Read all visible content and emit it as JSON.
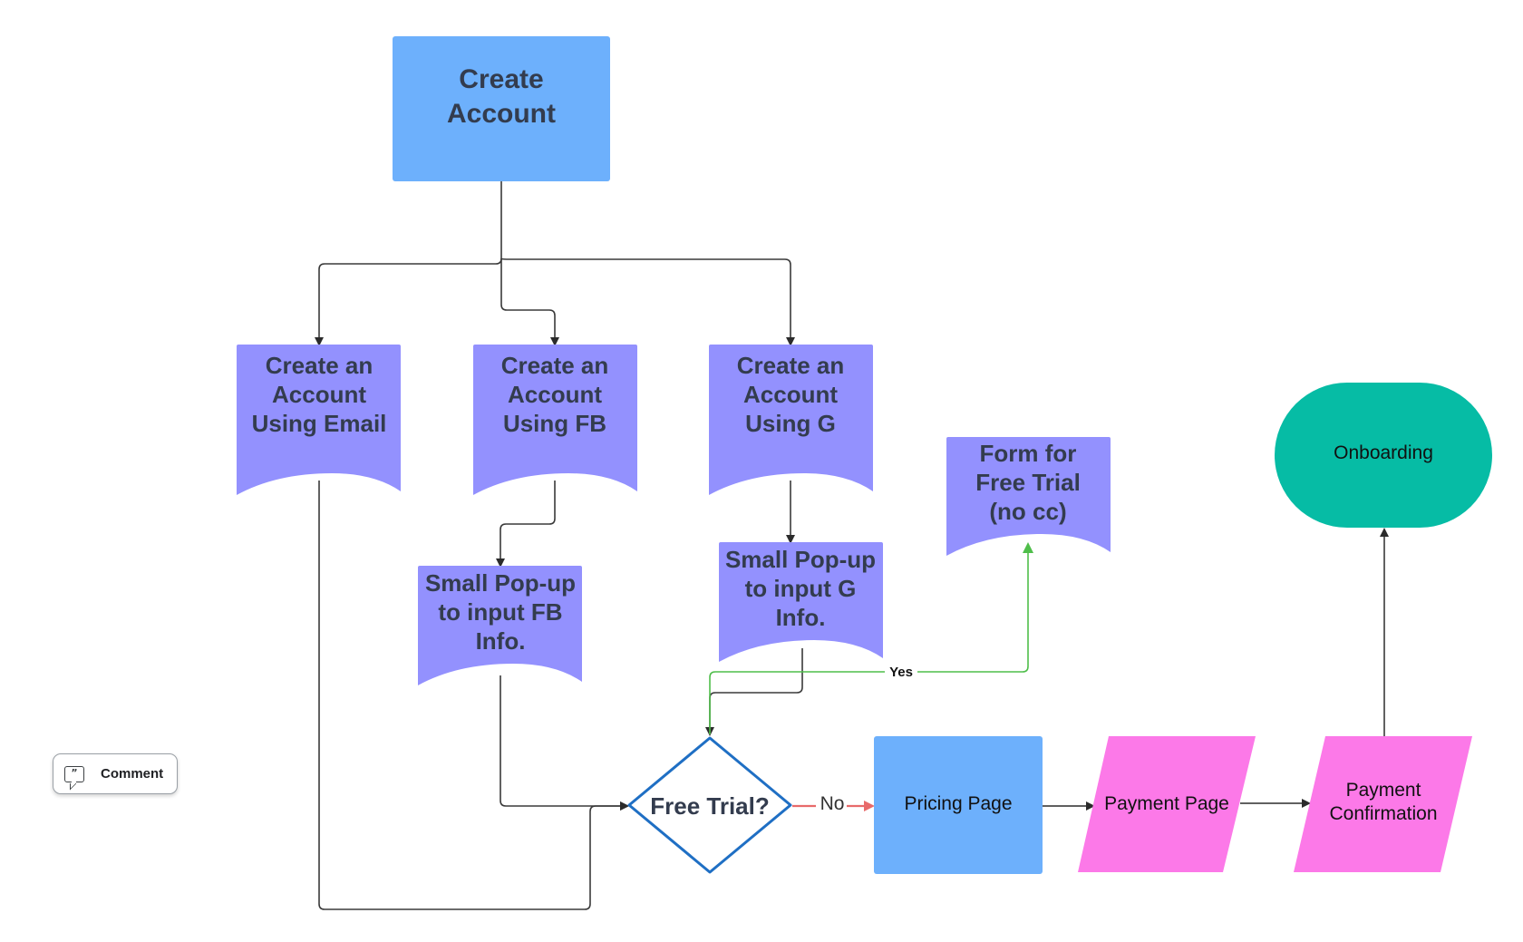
{
  "colors": {
    "blue": "#6db0fc",
    "purple": "#9391fe",
    "teal": "#06bca5",
    "pink": "#fc79e8",
    "diamond_stroke": "#1f6fc4",
    "line": "#3a3a3a",
    "yes_line": "#4fbe4a",
    "no_line": "#e86a6a",
    "text_dark": "#333c4e"
  },
  "nodes": {
    "create_account": {
      "lines": [
        "Create",
        "Account"
      ]
    },
    "email": {
      "lines": [
        "Create an",
        "Account",
        "Using Email"
      ]
    },
    "fb": {
      "lines": [
        "Create an",
        "Account",
        "Using FB"
      ]
    },
    "g": {
      "lines": [
        "Create an",
        "Account",
        "Using G"
      ]
    },
    "fb_popup": {
      "lines": [
        "Small Pop-up",
        "to input FB",
        "Info."
      ]
    },
    "g_popup": {
      "lines": [
        "Small Pop-up",
        "to input G",
        "Info."
      ]
    },
    "free_trial_form": {
      "lines": [
        "Form for",
        "Free Trial",
        "(no cc)"
      ]
    },
    "free_trial_decision": {
      "lines": [
        "Free Trial?"
      ]
    },
    "pricing": {
      "lines": [
        "Pricing Page"
      ]
    },
    "payment": {
      "lines": [
        "Payment Page"
      ]
    },
    "confirmation": {
      "lines": [
        "Payment",
        "Confirmation"
      ]
    },
    "onboarding": {
      "lines": [
        "Onboarding"
      ]
    }
  },
  "edge_labels": {
    "yes": "Yes",
    "no": "No"
  },
  "toolbar": {
    "comment_label": "Comment",
    "comment_icon": "comment-quote-icon"
  }
}
